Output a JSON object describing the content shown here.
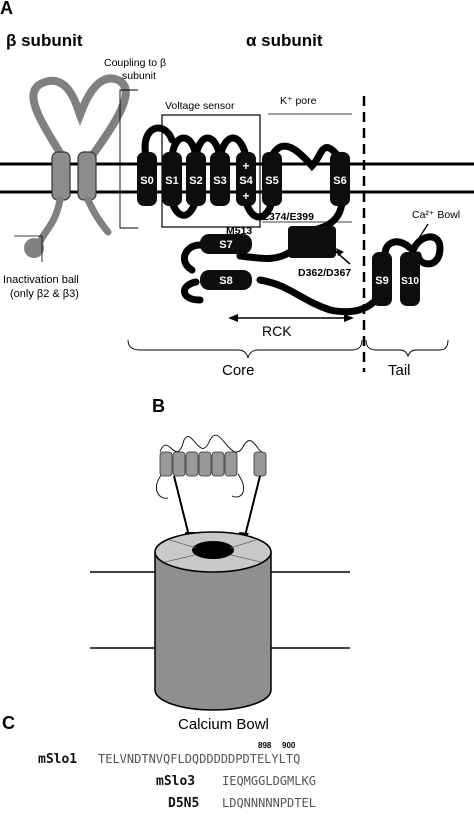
{
  "panel_a": {
    "label": "A",
    "beta_title": "β subunit",
    "alpha_title": "α subunit",
    "coupling_line1": "Coupling to β",
    "coupling_line2": "subunit",
    "voltage_sensor": "Voltage sensor",
    "k_pore": "K⁺ pore",
    "segments": [
      "S0",
      "S1",
      "S2",
      "S3",
      "S4",
      "S5",
      "S6"
    ],
    "s7": "S7",
    "s8": "S8",
    "s9": "S9",
    "s10": "S10",
    "m513": "M513",
    "e374": "E374/E399",
    "d362": "D362/D367",
    "ca_bowl": "Ca²⁺ Bowl",
    "inactivation_line1": "Inactivation ball",
    "inactivation_line2": "(only β2 & β3)",
    "rck": "RCK",
    "core": "Core",
    "tail": "Tail"
  },
  "panel_b": {
    "label": "B"
  },
  "panel_c": {
    "label": "C",
    "title": "Calcium Bowl",
    "num1": "898",
    "num2": "900",
    "rows": [
      {
        "name": "mSlo1",
        "seq": "TELVNDTNVQFLDQDDDDDPDTELYLTQ"
      },
      {
        "name": "mSlo3",
        "seq": "IEQMGGLDGMLKG"
      },
      {
        "name": "D5N5",
        "seq": "LDQNNNNNPDTEL"
      }
    ]
  }
}
